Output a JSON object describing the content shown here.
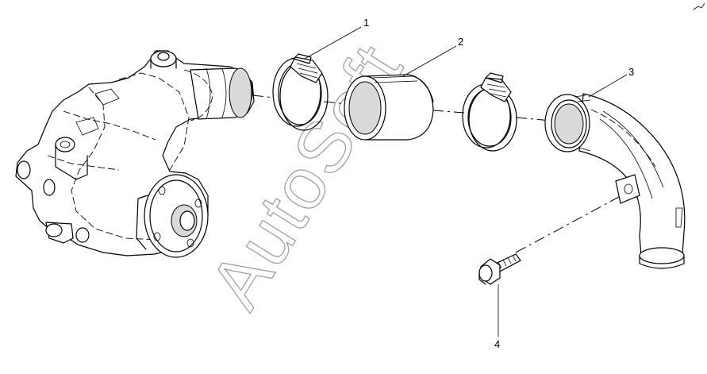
{
  "callouts": [
    {
      "number": "1",
      "part": "hose-clamp"
    },
    {
      "number": "2",
      "part": "hose"
    },
    {
      "number": "3",
      "part": "water-outlet-pipe"
    },
    {
      "number": "4",
      "part": "bolt"
    }
  ],
  "watermark": "AutoSoft"
}
